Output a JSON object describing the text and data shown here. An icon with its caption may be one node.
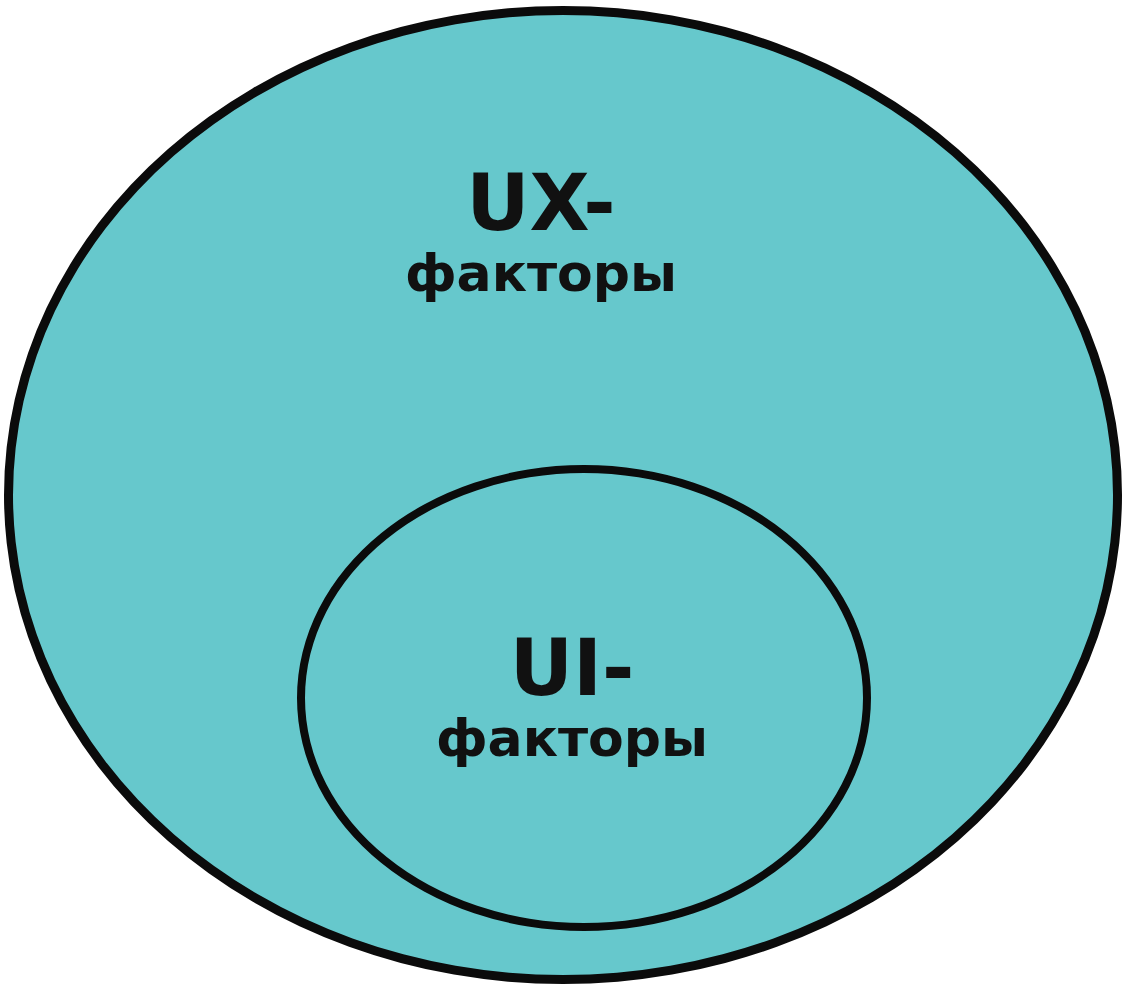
{
  "diagram": {
    "nodes": [
      {
        "text": [
          "UX-факторы"
        ]
      },
      {
        "text": [
          "UI-факторы"
        ],
        "in": 0
      }
    ]
  }
}
